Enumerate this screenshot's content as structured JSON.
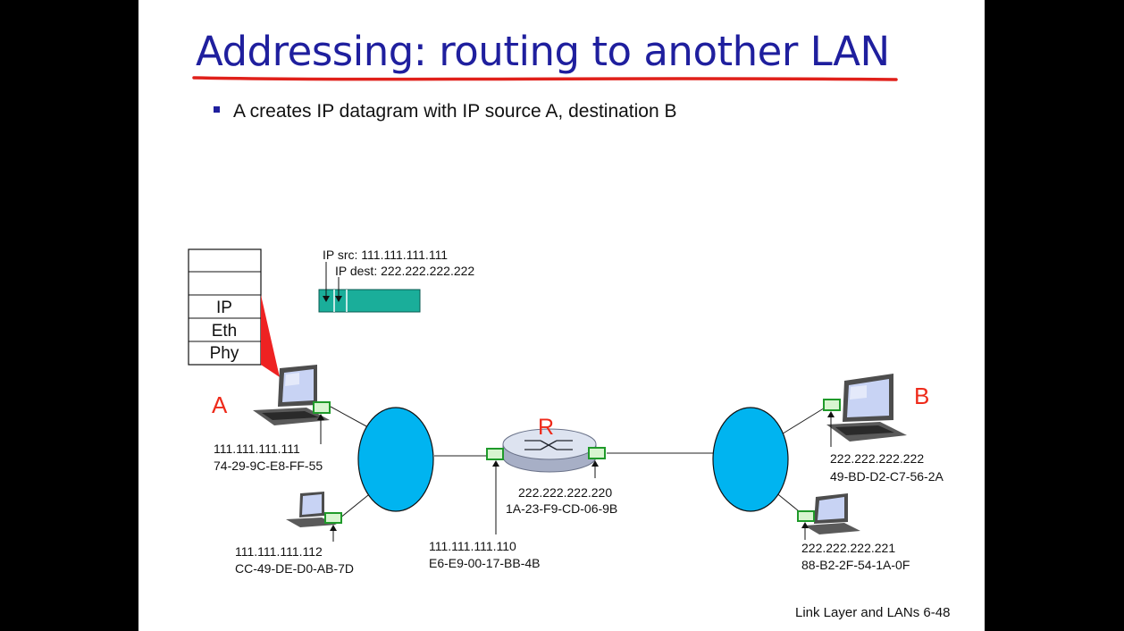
{
  "slide": {
    "title": "Addressing: routing to another LAN",
    "bullet": "A creates IP datagram with IP source A, destination B",
    "footer": "Link Layer and LANs  6-48"
  },
  "colors": {
    "title": "#1f1f9e",
    "underline": "#e0201a",
    "host_label": "#ee2a1a",
    "lan_cloud": "#00b4f0",
    "datagram": "#1aae9a",
    "interface": "#1f9a2a"
  },
  "protocol_stack": [
    "",
    "",
    "IP",
    "Eth",
    "Phy"
  ],
  "datagram": {
    "src_label": "IP src: 111.111.111.111",
    "dest_label": "IP dest: 222.222.222.222"
  },
  "hosts": {
    "a": {
      "name": "A",
      "ip": "111.111.111.111",
      "mac": "74-29-9C-E8-FF-55"
    },
    "a2": {
      "ip": "111.111.111.112",
      "mac": "CC-49-DE-D0-AB-7D"
    },
    "b": {
      "name": "B",
      "ip": "222.222.222.222",
      "mac": "49-BD-D2-C7-56-2A"
    },
    "b2": {
      "ip": "222.222.222.221",
      "mac": "88-B2-2F-54-1A-0F"
    }
  },
  "router": {
    "name": "R",
    "left_if": {
      "ip": "111.111.111.110",
      "mac": "E6-E9-00-17-BB-4B"
    },
    "right_if": {
      "ip": "222.222.222.220",
      "mac": "1A-23-F9-CD-06-9B"
    }
  }
}
